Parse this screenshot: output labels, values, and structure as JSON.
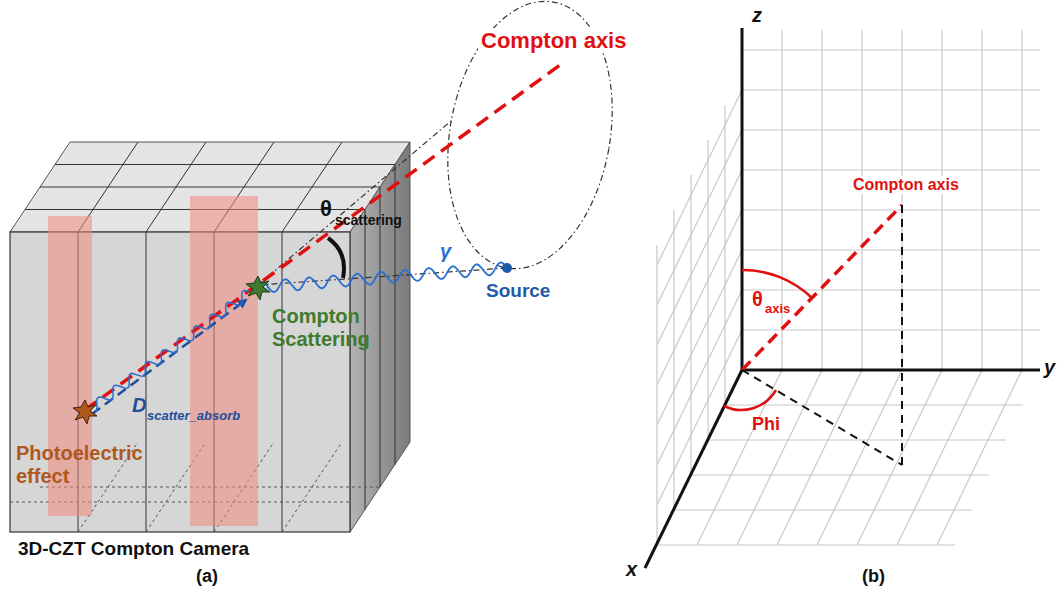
{
  "diagram": {
    "labels": [
      "θ",
      "scattering",
      "Compton axis",
      "γ",
      "Source",
      "Compton Scattering",
      "Photoelectric effect",
      "D",
      "scatter_absorb",
      "3D-CZT Compton Camera",
      "(a)",
      "z",
      "y",
      "x",
      "Compton axis",
      "θ",
      "axis",
      "Phi",
      "(b)"
    ]
  }
}
